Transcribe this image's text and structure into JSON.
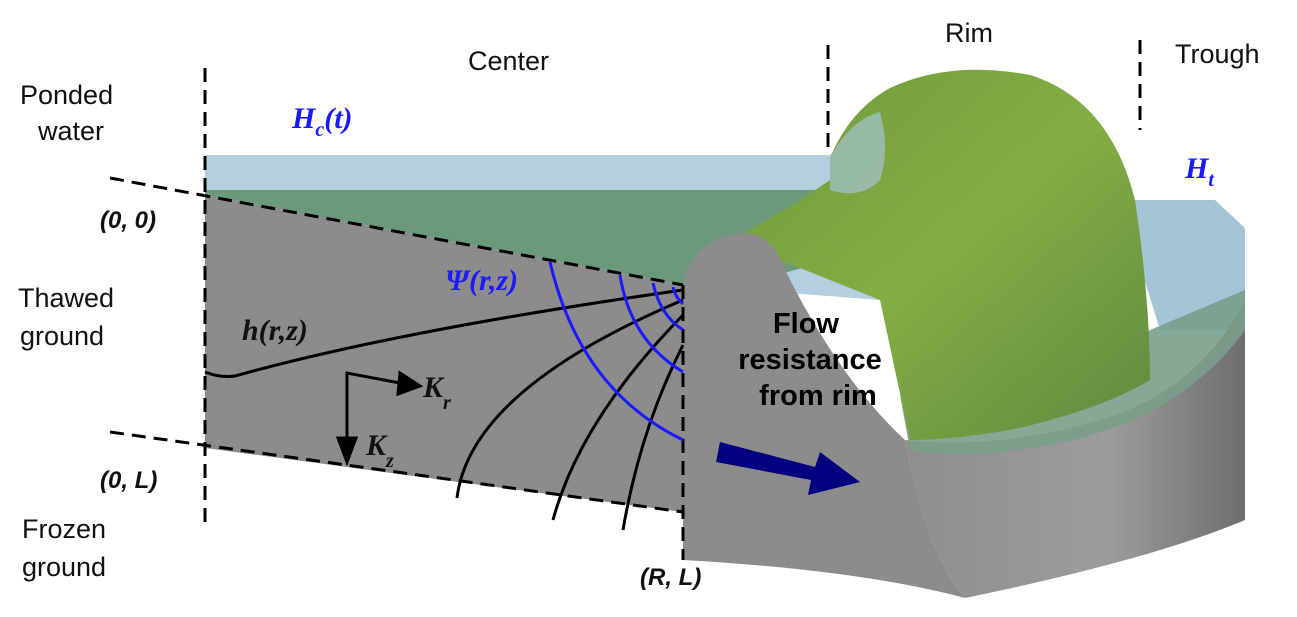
{
  "region_labels": {
    "center": "Center",
    "rim": "Rim",
    "trough": "Trough"
  },
  "side_labels": {
    "ponded_1": "Ponded",
    "ponded_2": "water",
    "thawed_1": "Thawed",
    "thawed_2": "ground",
    "frozen_1": "Frozen",
    "frozen_2": "ground"
  },
  "coords": {
    "origin": "(0, 0)",
    "bottom": "(0, L)",
    "corner": "(R, L)"
  },
  "symbols": {
    "hc": "H",
    "hc_sub": "c",
    "hc_t": "(t)",
    "ht": "H",
    "ht_sub": "t",
    "psi": "Ψ(r,z)",
    "h": "h(r,z)",
    "kr": "K",
    "kr_sub": "r",
    "kz": "K",
    "kz_sub": "z"
  },
  "flow_text": [
    "Flow",
    "resistance",
    "from rim"
  ],
  "colors": {
    "water": "#b3cfe0",
    "green_surface": "#6a9a7a",
    "rim_green": "#7fa845",
    "ground": "#8c8c8c",
    "symbol_blue": "#1a1aff",
    "arrow": "#000080"
  }
}
